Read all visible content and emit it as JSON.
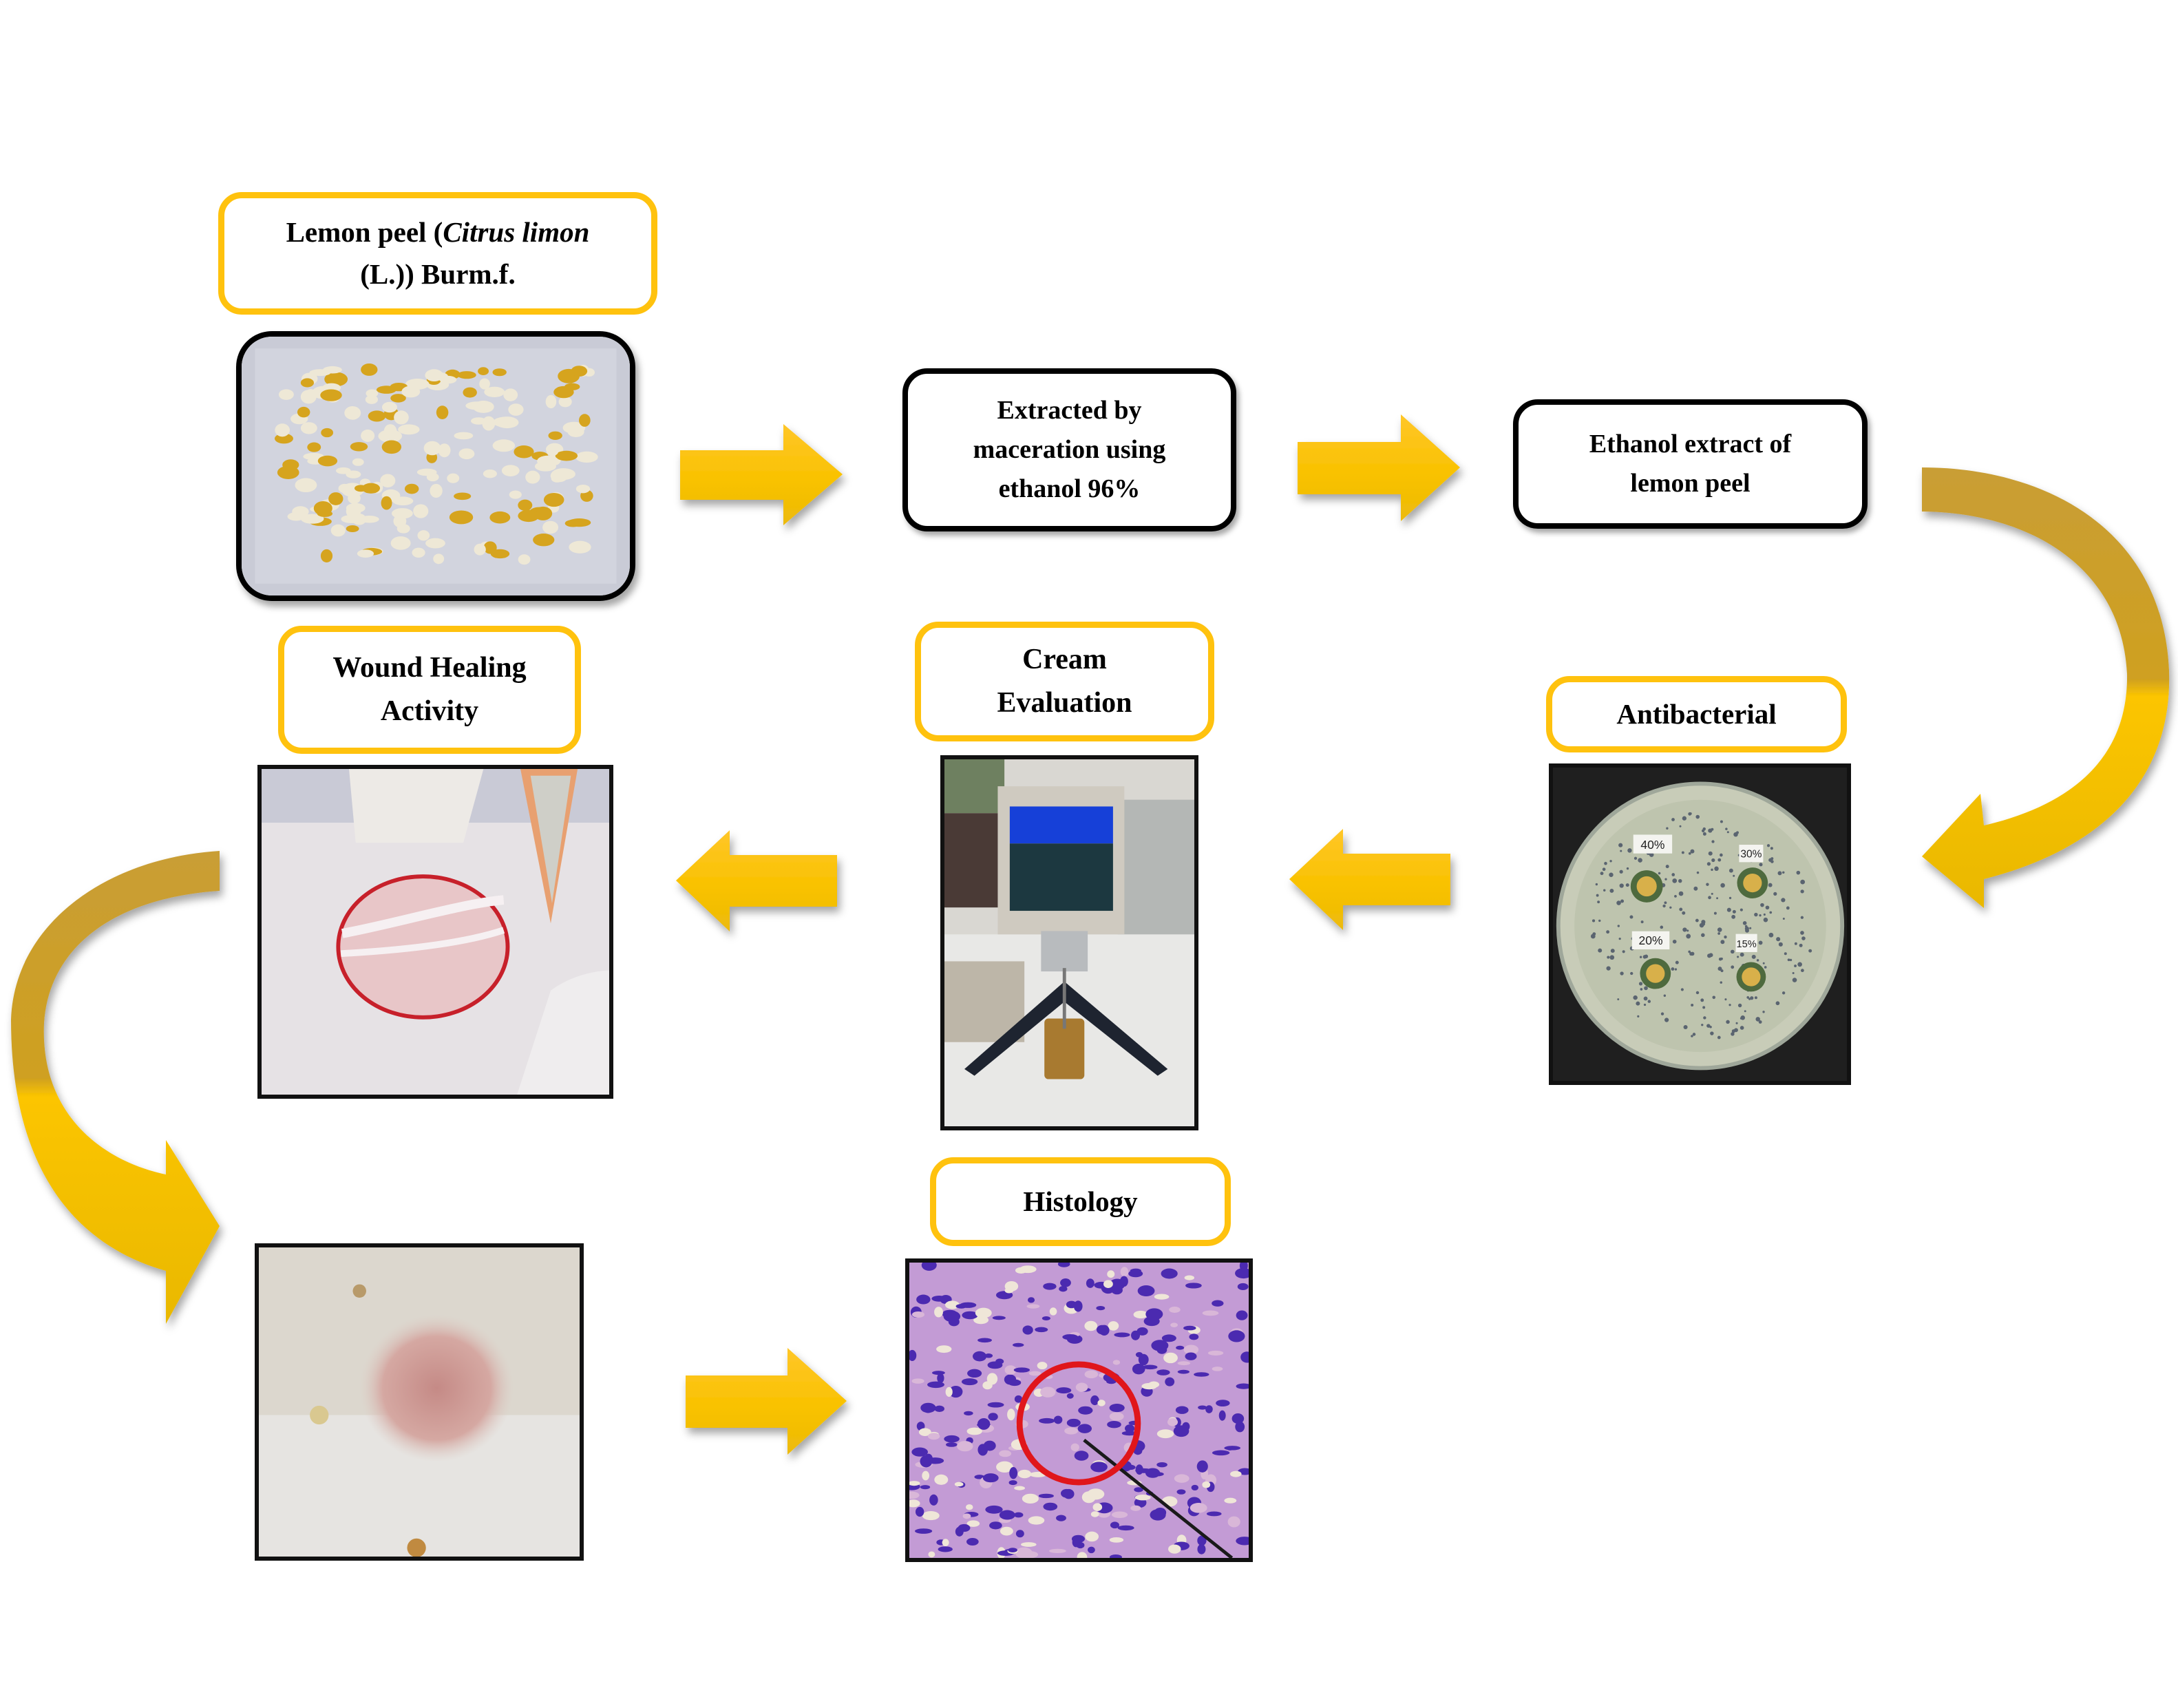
{
  "steps": {
    "lemon_peel": {
      "text_prefix": "Lemon peel (",
      "text_italic": "Citrus limon",
      "text_line2": "(L.)) Burm.f."
    },
    "extraction": {
      "line1": "Extracted by",
      "line2": "maceration using",
      "line3": "ethanol 96%"
    },
    "extract": {
      "line1": "Ethanol extract of",
      "line2": "lemon peel"
    },
    "antibacterial": {
      "label": "Antibacterial"
    },
    "cream_evaluation": {
      "line1": "Cream",
      "line2": "Evaluation"
    },
    "wound_healing": {
      "line1": "Wound Healing",
      "line2": "Activity"
    },
    "histology": {
      "label": "Histology"
    }
  },
  "petri_dish_labels": [
    "40%",
    "30%",
    "20%",
    "15%"
  ],
  "colors": {
    "accent_yellow": "#FFC20E",
    "arrow_light": "#FFC20E",
    "arrow_dark": "#C9A030",
    "box_border_dark": "#000000",
    "histology_circle": "#E0161B"
  },
  "icons": {
    "flow_arrow": "block-arrow",
    "curved_arrow": "curved-arrow"
  }
}
